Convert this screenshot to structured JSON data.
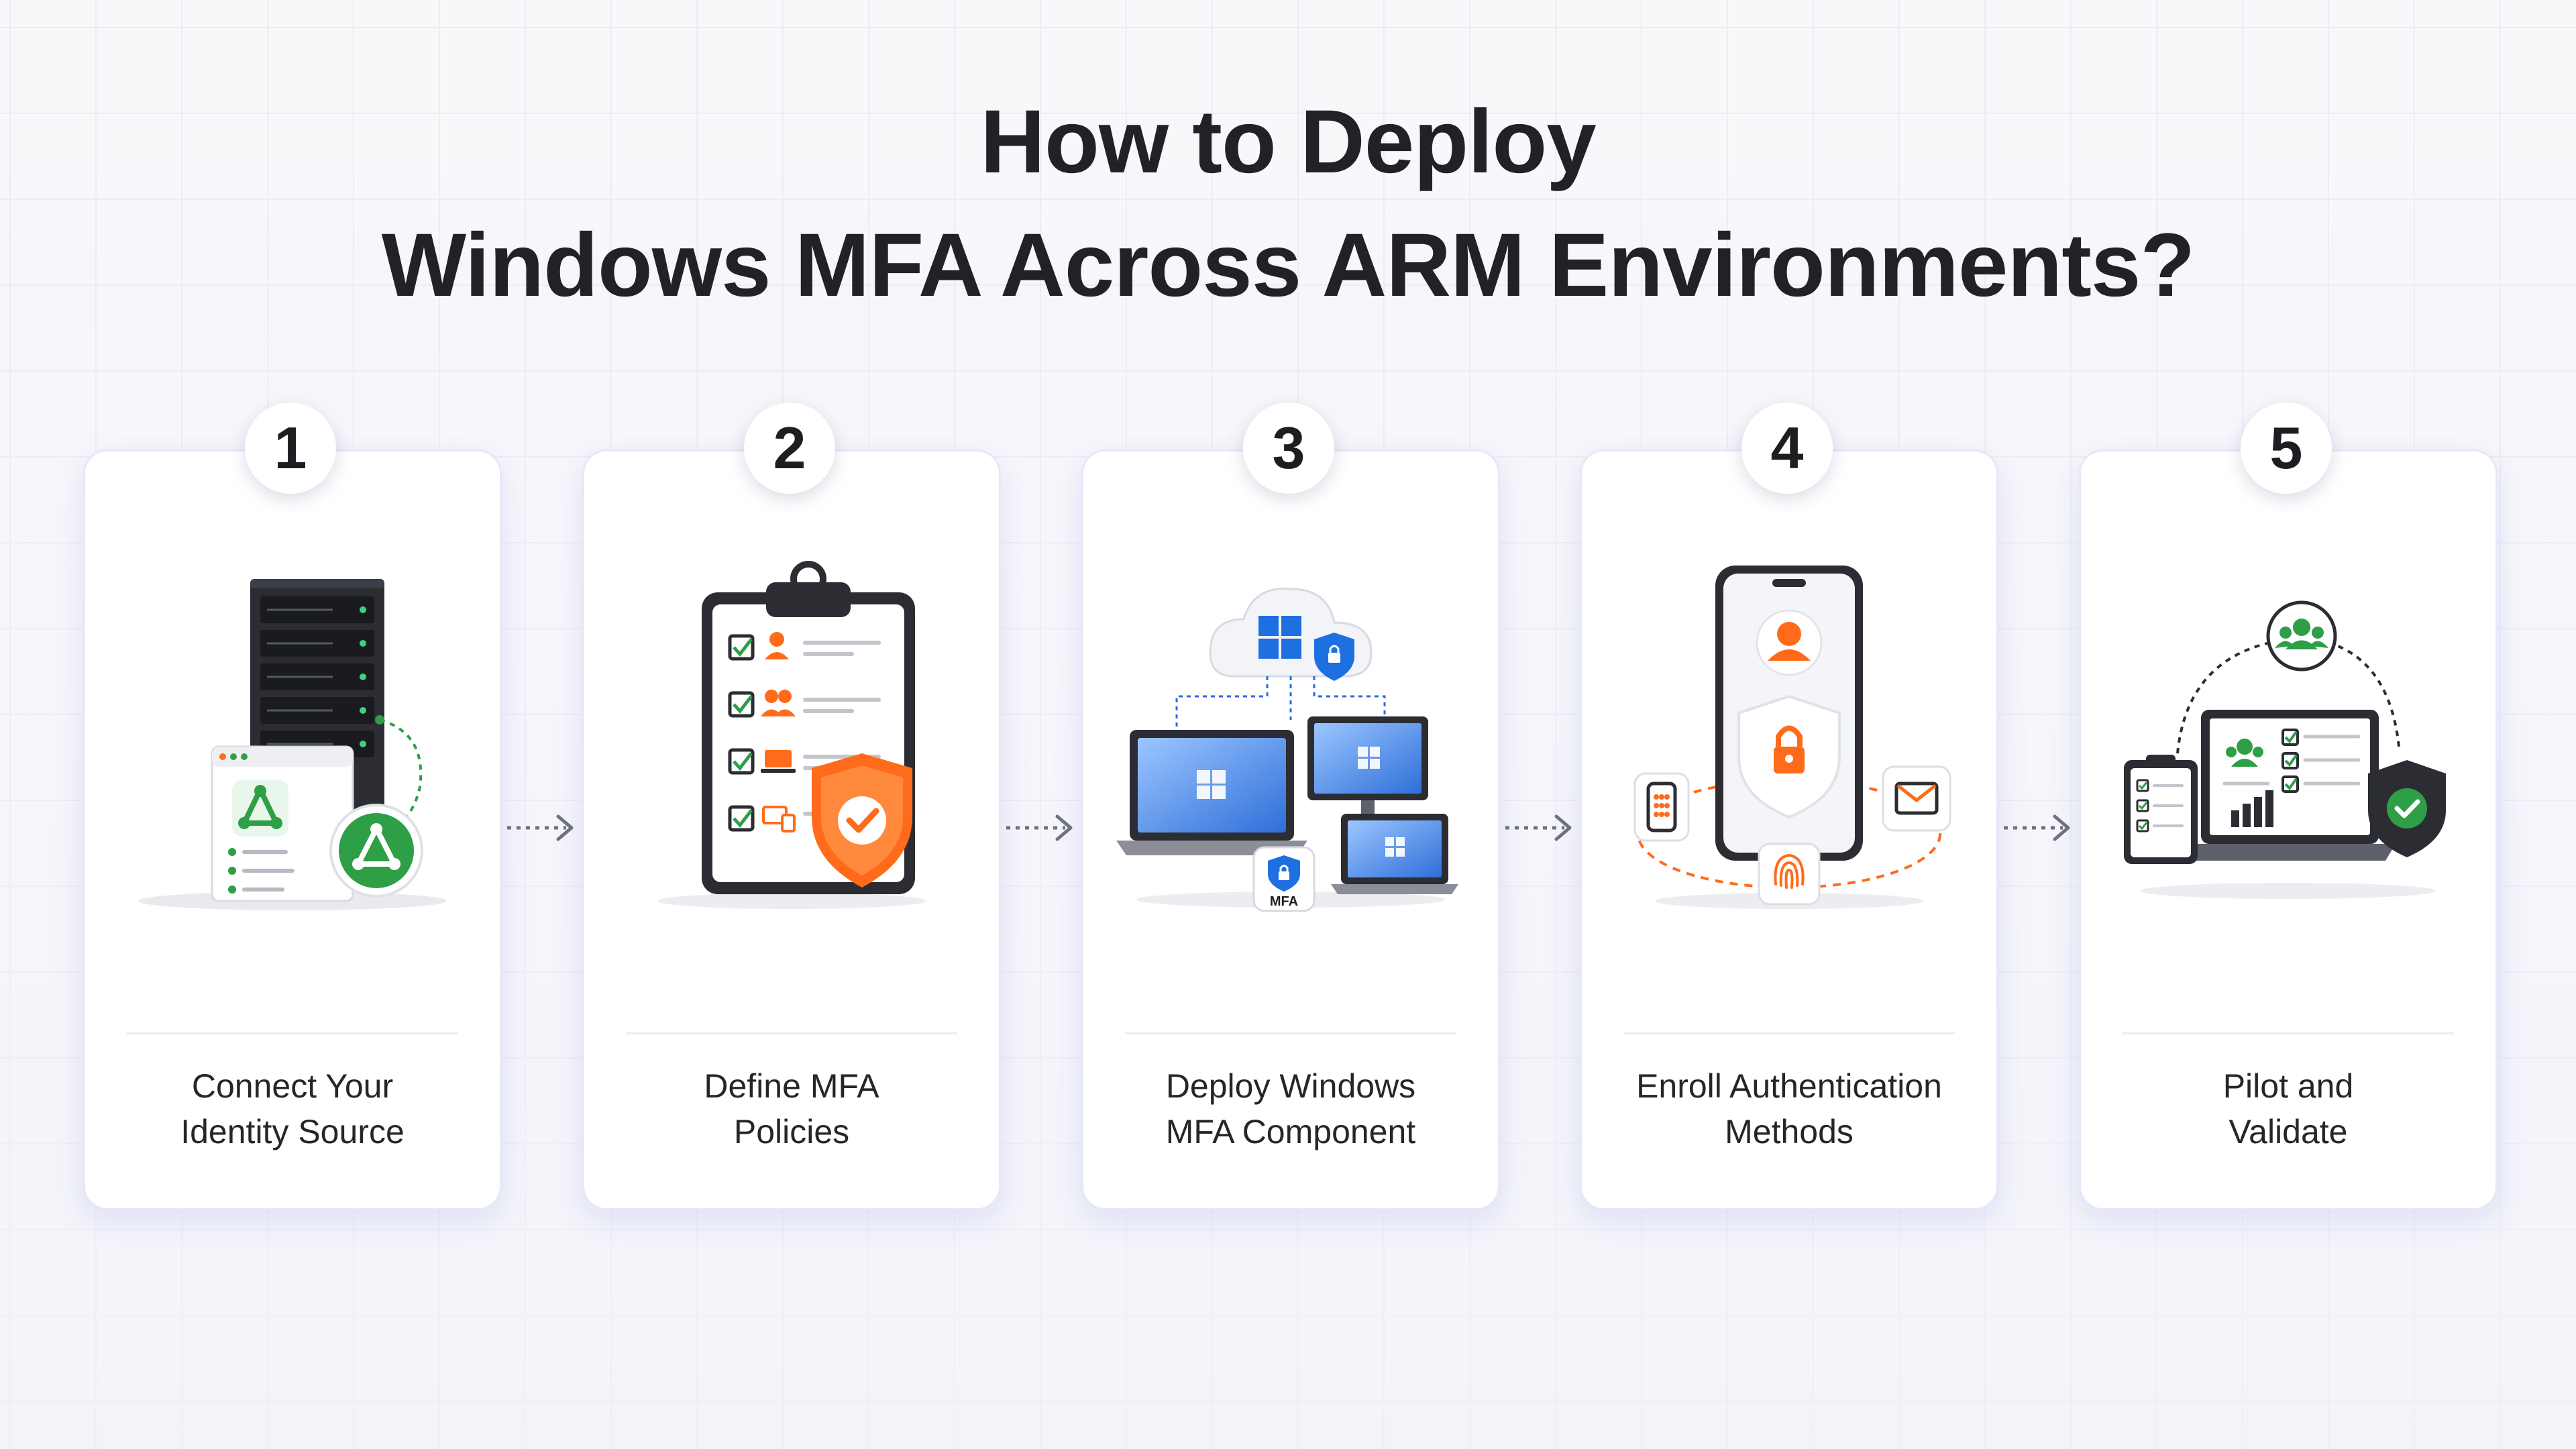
{
  "title": {
    "line1": "How to Deploy",
    "line2": "Windows MFA Across ARM Environments?"
  },
  "steps": [
    {
      "number": "1",
      "label_line1": "Connect Your",
      "label_line2": "Identity Source",
      "icon": "server-identity-icon"
    },
    {
      "number": "2",
      "label_line1": "Define MFA",
      "label_line2": "Policies",
      "icon": "clipboard-policy-icon"
    },
    {
      "number": "3",
      "label_line1": "Deploy Windows",
      "label_line2": "MFA Component",
      "icon": "cloud-devices-icon",
      "mfa_tag": "MFA"
    },
    {
      "number": "4",
      "label_line1": "Enroll Authentication",
      "label_line2": "Methods",
      "icon": "phone-auth-icon"
    },
    {
      "number": "5",
      "label_line1": "Pilot and",
      "label_line2": "Validate",
      "icon": "laptop-validate-icon"
    }
  ],
  "colors": {
    "orange": "#ff6b1a",
    "green": "#2e9e47",
    "blue": "#1e6fe0",
    "dark": "#2a2c33",
    "title": "#222226"
  }
}
